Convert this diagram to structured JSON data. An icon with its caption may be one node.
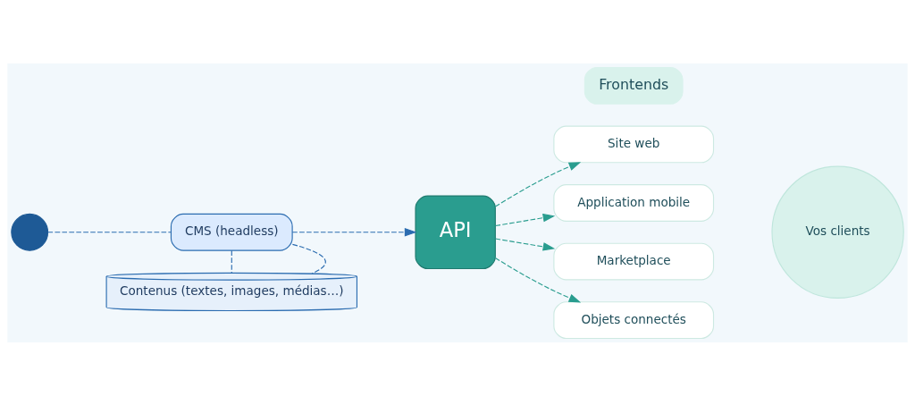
{
  "diagram": {
    "nodes": [
      {
        "text": [
          "CMS (headless)"
        ]
      },
      {
        "text": [],
        "shape": "person"
      },
      {
        "text": [
          "Contenus (textes, images, médias…)"
        ]
      },
      {
        "text": [
          "API"
        ]
      },
      {
        "text": [
          "Site web"
        ]
      },
      {
        "text": [
          "Application mobile"
        ]
      },
      {
        "text": [
          "Marketplace"
        ]
      },
      {
        "text": [
          "Objets connectés"
        ]
      },
      {
        "text": [
          "Vos clients"
        ]
      }
    ],
    "edges": [
      {
        "from": 1,
        "to": 0,
        "arrow": "none",
        "style": "dashed",
        "color": "#2b6cb0"
      },
      {
        "from": 0,
        "to": 2,
        "arrow": "none",
        "style": "dashed",
        "color": "#2b6cb0"
      },
      {
        "from": 0,
        "to": 2,
        "arrow": "none",
        "style": "dashed",
        "color": "#2b6cb0"
      },
      {
        "from": 0,
        "to": 3,
        "arrow": "to",
        "style": "dashed",
        "color": "#2b6cb0"
      },
      {
        "from": 3,
        "to": 4,
        "arrow": "to",
        "style": "dashed"
      },
      {
        "from": 3,
        "to": 5,
        "arrow": "to",
        "style": "dashed"
      },
      {
        "from": 3,
        "to": 6,
        "arrow": "to",
        "style": "dashed"
      },
      {
        "from": 3,
        "to": 7,
        "arrow": "to",
        "style": "dashed"
      }
    ],
    "labels": [
      "Frontends"
    ]
  }
}
